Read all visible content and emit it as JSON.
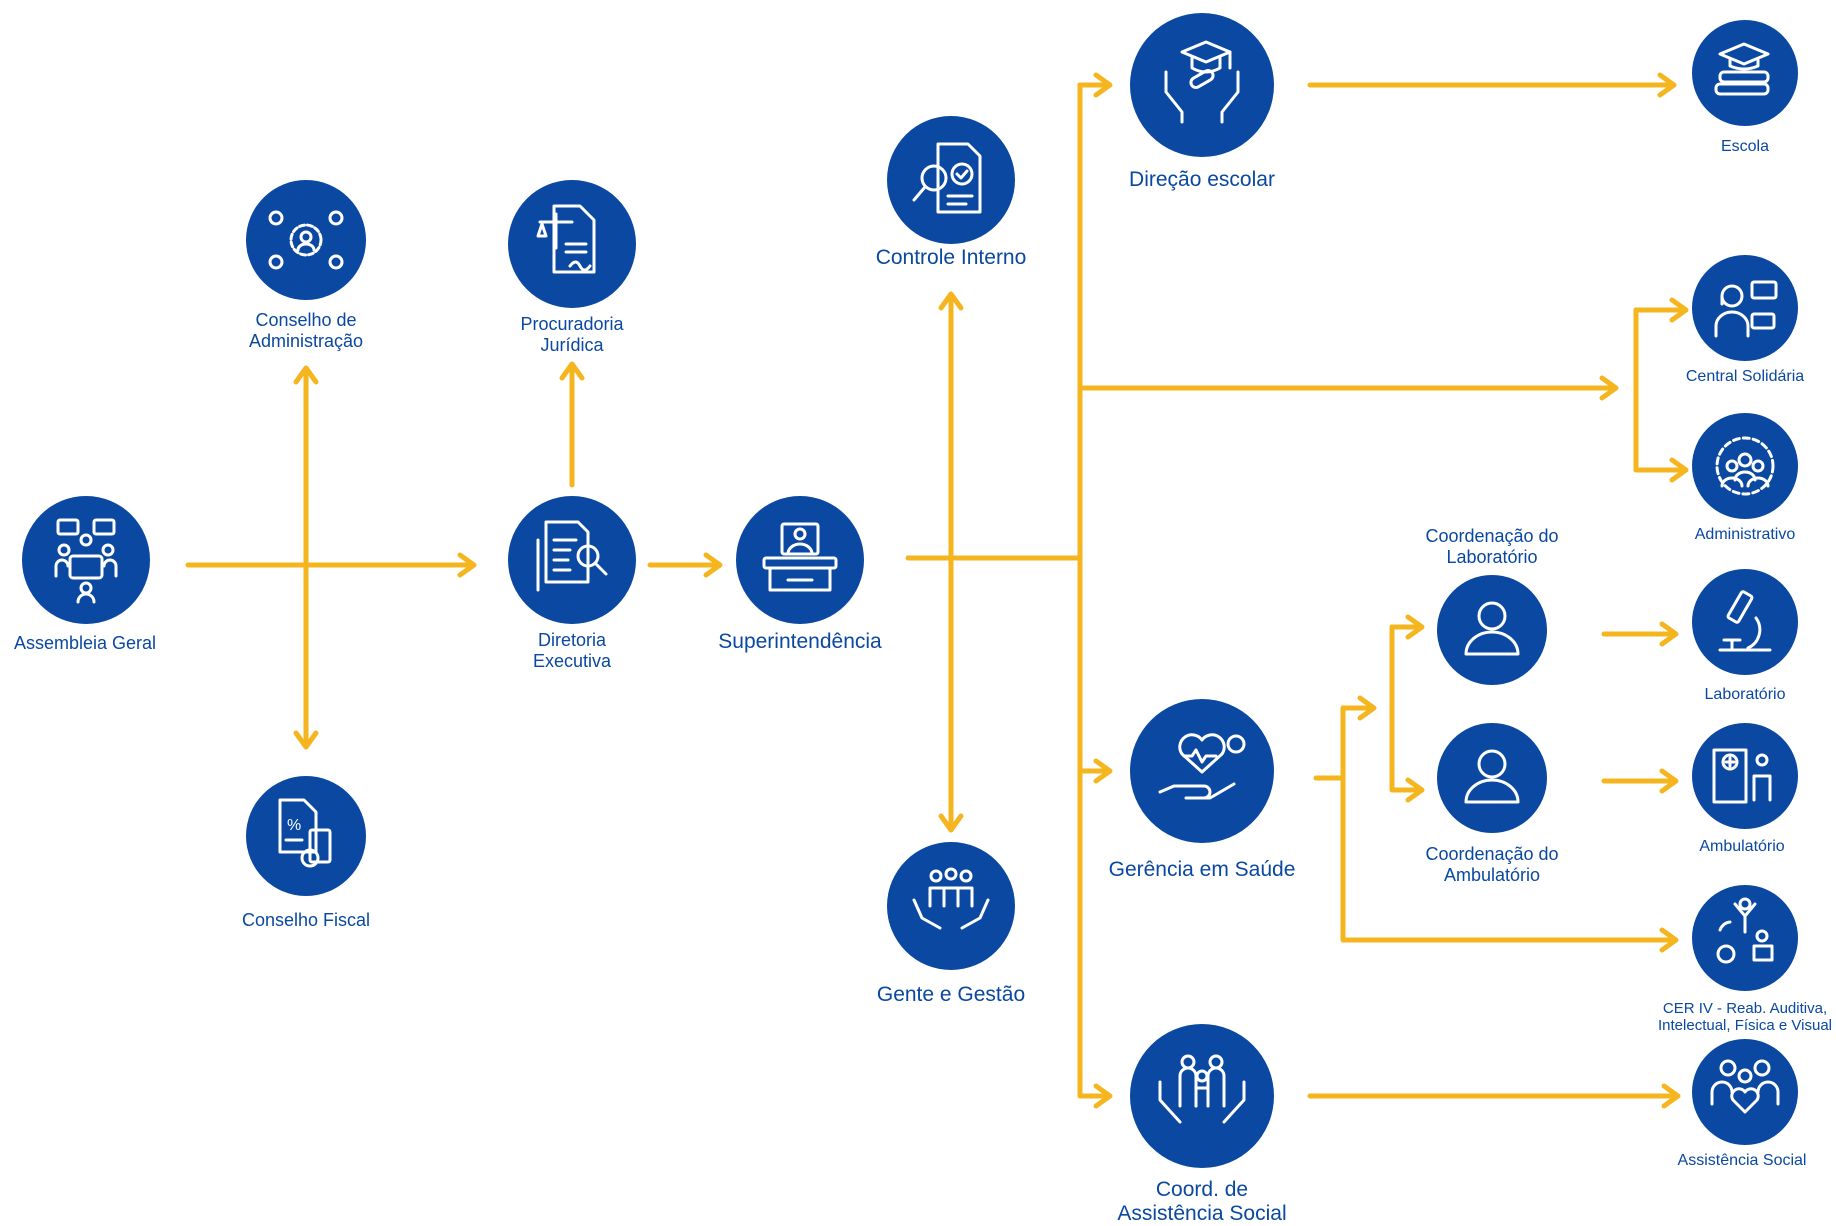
{
  "colors": {
    "node": "#0a48a1",
    "connector": "#f5b51e",
    "label": "#0a48a1"
  },
  "nodes": {
    "assembleia": {
      "label": "Assembleia Geral",
      "icon": "meeting-icon"
    },
    "conselho_admin": {
      "label_line1": "Conselho de",
      "label_line2": "Administração",
      "icon": "team-gear-icon"
    },
    "conselho_fiscal": {
      "label": "Conselho Fiscal",
      "icon": "accounting-document-icon"
    },
    "procuradoria": {
      "label_line1": "Procuradoria",
      "label_line2": "Jurídica",
      "icon": "legal-document-icon"
    },
    "diretoria": {
      "label_line1": "Diretoria",
      "label_line2": "Executiva",
      "icon": "document-search-icon"
    },
    "superintendencia": {
      "label": "Superintendência",
      "icon": "executive-desk-icon"
    },
    "controle": {
      "label": "Controle Interno",
      "icon": "audit-document-icon"
    },
    "gente": {
      "label": "Gente e Gestão",
      "icon": "people-hands-icon"
    },
    "direcao": {
      "label": "Direção escolar",
      "icon": "graduation-hands-icon"
    },
    "escola": {
      "label": "Escola",
      "icon": "books-cap-icon"
    },
    "central": {
      "label": "Central Solidária",
      "icon": "call-center-icon"
    },
    "administrativo": {
      "label": "Administrativo",
      "icon": "team-gear-icon"
    },
    "coord_lab": {
      "label_line1": "Coordenação do",
      "label_line2": "Laboratório",
      "icon": "user-icon"
    },
    "laboratorio": {
      "label": "Laboratório",
      "icon": "microscope-icon"
    },
    "gerencia": {
      "label": "Gerência em Saúde",
      "icon": "health-care-icon"
    },
    "coord_amb": {
      "label_line1": "Coordenação do",
      "label_line2": "Ambulatório",
      "icon": "user-icon"
    },
    "ambulatorio": {
      "label": "Ambulatório",
      "icon": "clinic-door-icon"
    },
    "cer": {
      "label_line1": "CER IV - Reab. Auditiva,",
      "label_line2": "Intelectual, Física e Visual",
      "icon": "rehabilitation-icon"
    },
    "coord_social": {
      "label_line1": "Coord. de",
      "label_line2": "Assistência Social",
      "icon": "family-hands-icon"
    },
    "assistencia": {
      "label": "Assistência Social",
      "icon": "people-heart-icon"
    }
  }
}
